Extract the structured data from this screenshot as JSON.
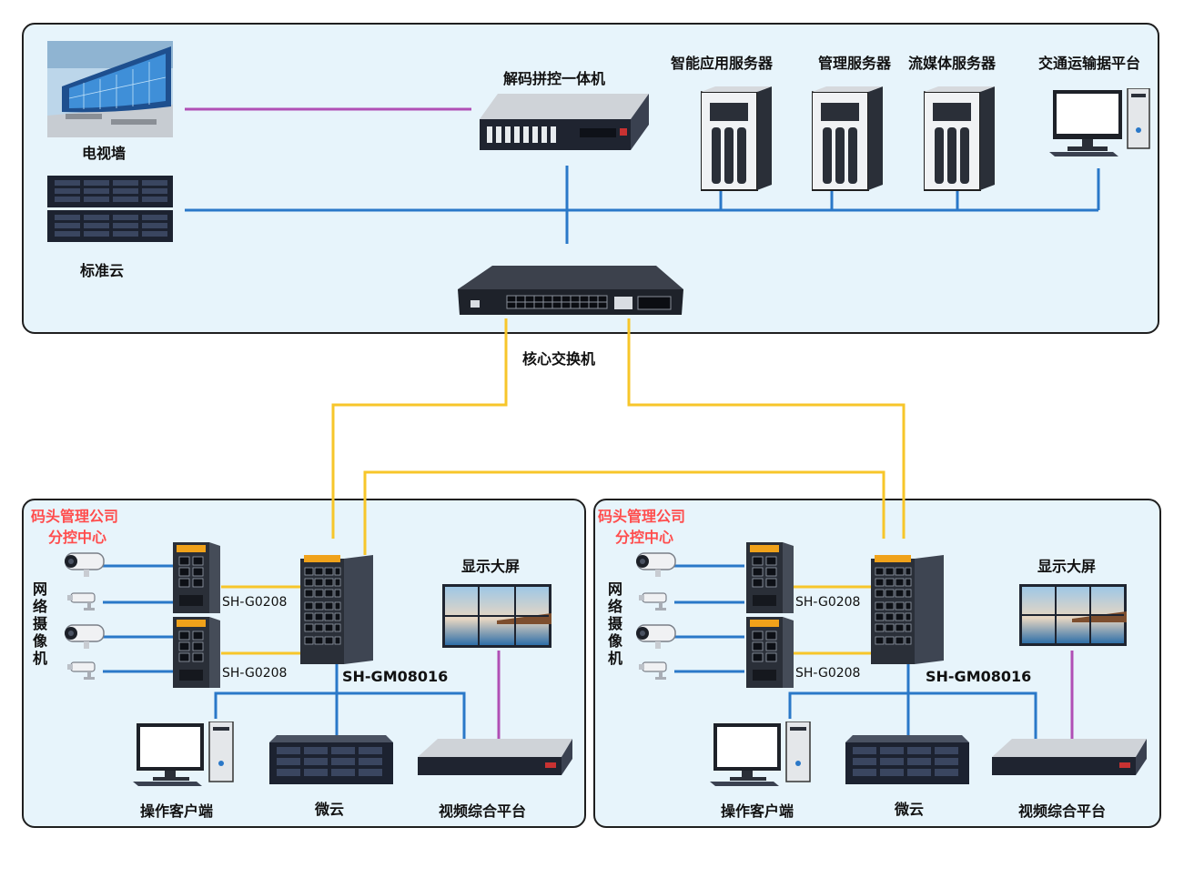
{
  "top": {
    "tv_wall": "电视墙",
    "standard_cloud": "标准云",
    "decoder": "解码拼控一体机",
    "smart_app_server": "智能应用服务器",
    "mgmt_server": "管理服务器",
    "stream_server": "流媒体服务器",
    "traffic_platform": "交通运输据平台",
    "core_switch": "核心交换机"
  },
  "branches": [
    {
      "title_line1": "码头管理公司",
      "title_line2": "分控中心",
      "network_camera": "网络摄像机",
      "switch_a": "SH-G0208",
      "switch_b": "SH-G0208",
      "agg_switch": "SH-GM08016",
      "big_screen": "显示大屏",
      "client": "操作客户端",
      "micro_cloud": "微云",
      "video_platform": "视频综合平台"
    },
    {
      "title_line1": "码头管理公司",
      "title_line2": "分控中心",
      "network_camera": "网络摄像机",
      "switch_a": "SH-G0208",
      "switch_b": "SH-G0208",
      "agg_switch": "SH-GM08016",
      "big_screen": "显示大屏",
      "client": "操作客户端",
      "micro_cloud": "微云",
      "video_platform": "视频综合平台"
    }
  ],
  "colors": {
    "panel_bg": "#e7f4fb",
    "blue_link": "#2a78c8",
    "yellow_link": "#f7c62a",
    "purple_link": "#b04fb5",
    "title_red": "#ff4d4d"
  }
}
